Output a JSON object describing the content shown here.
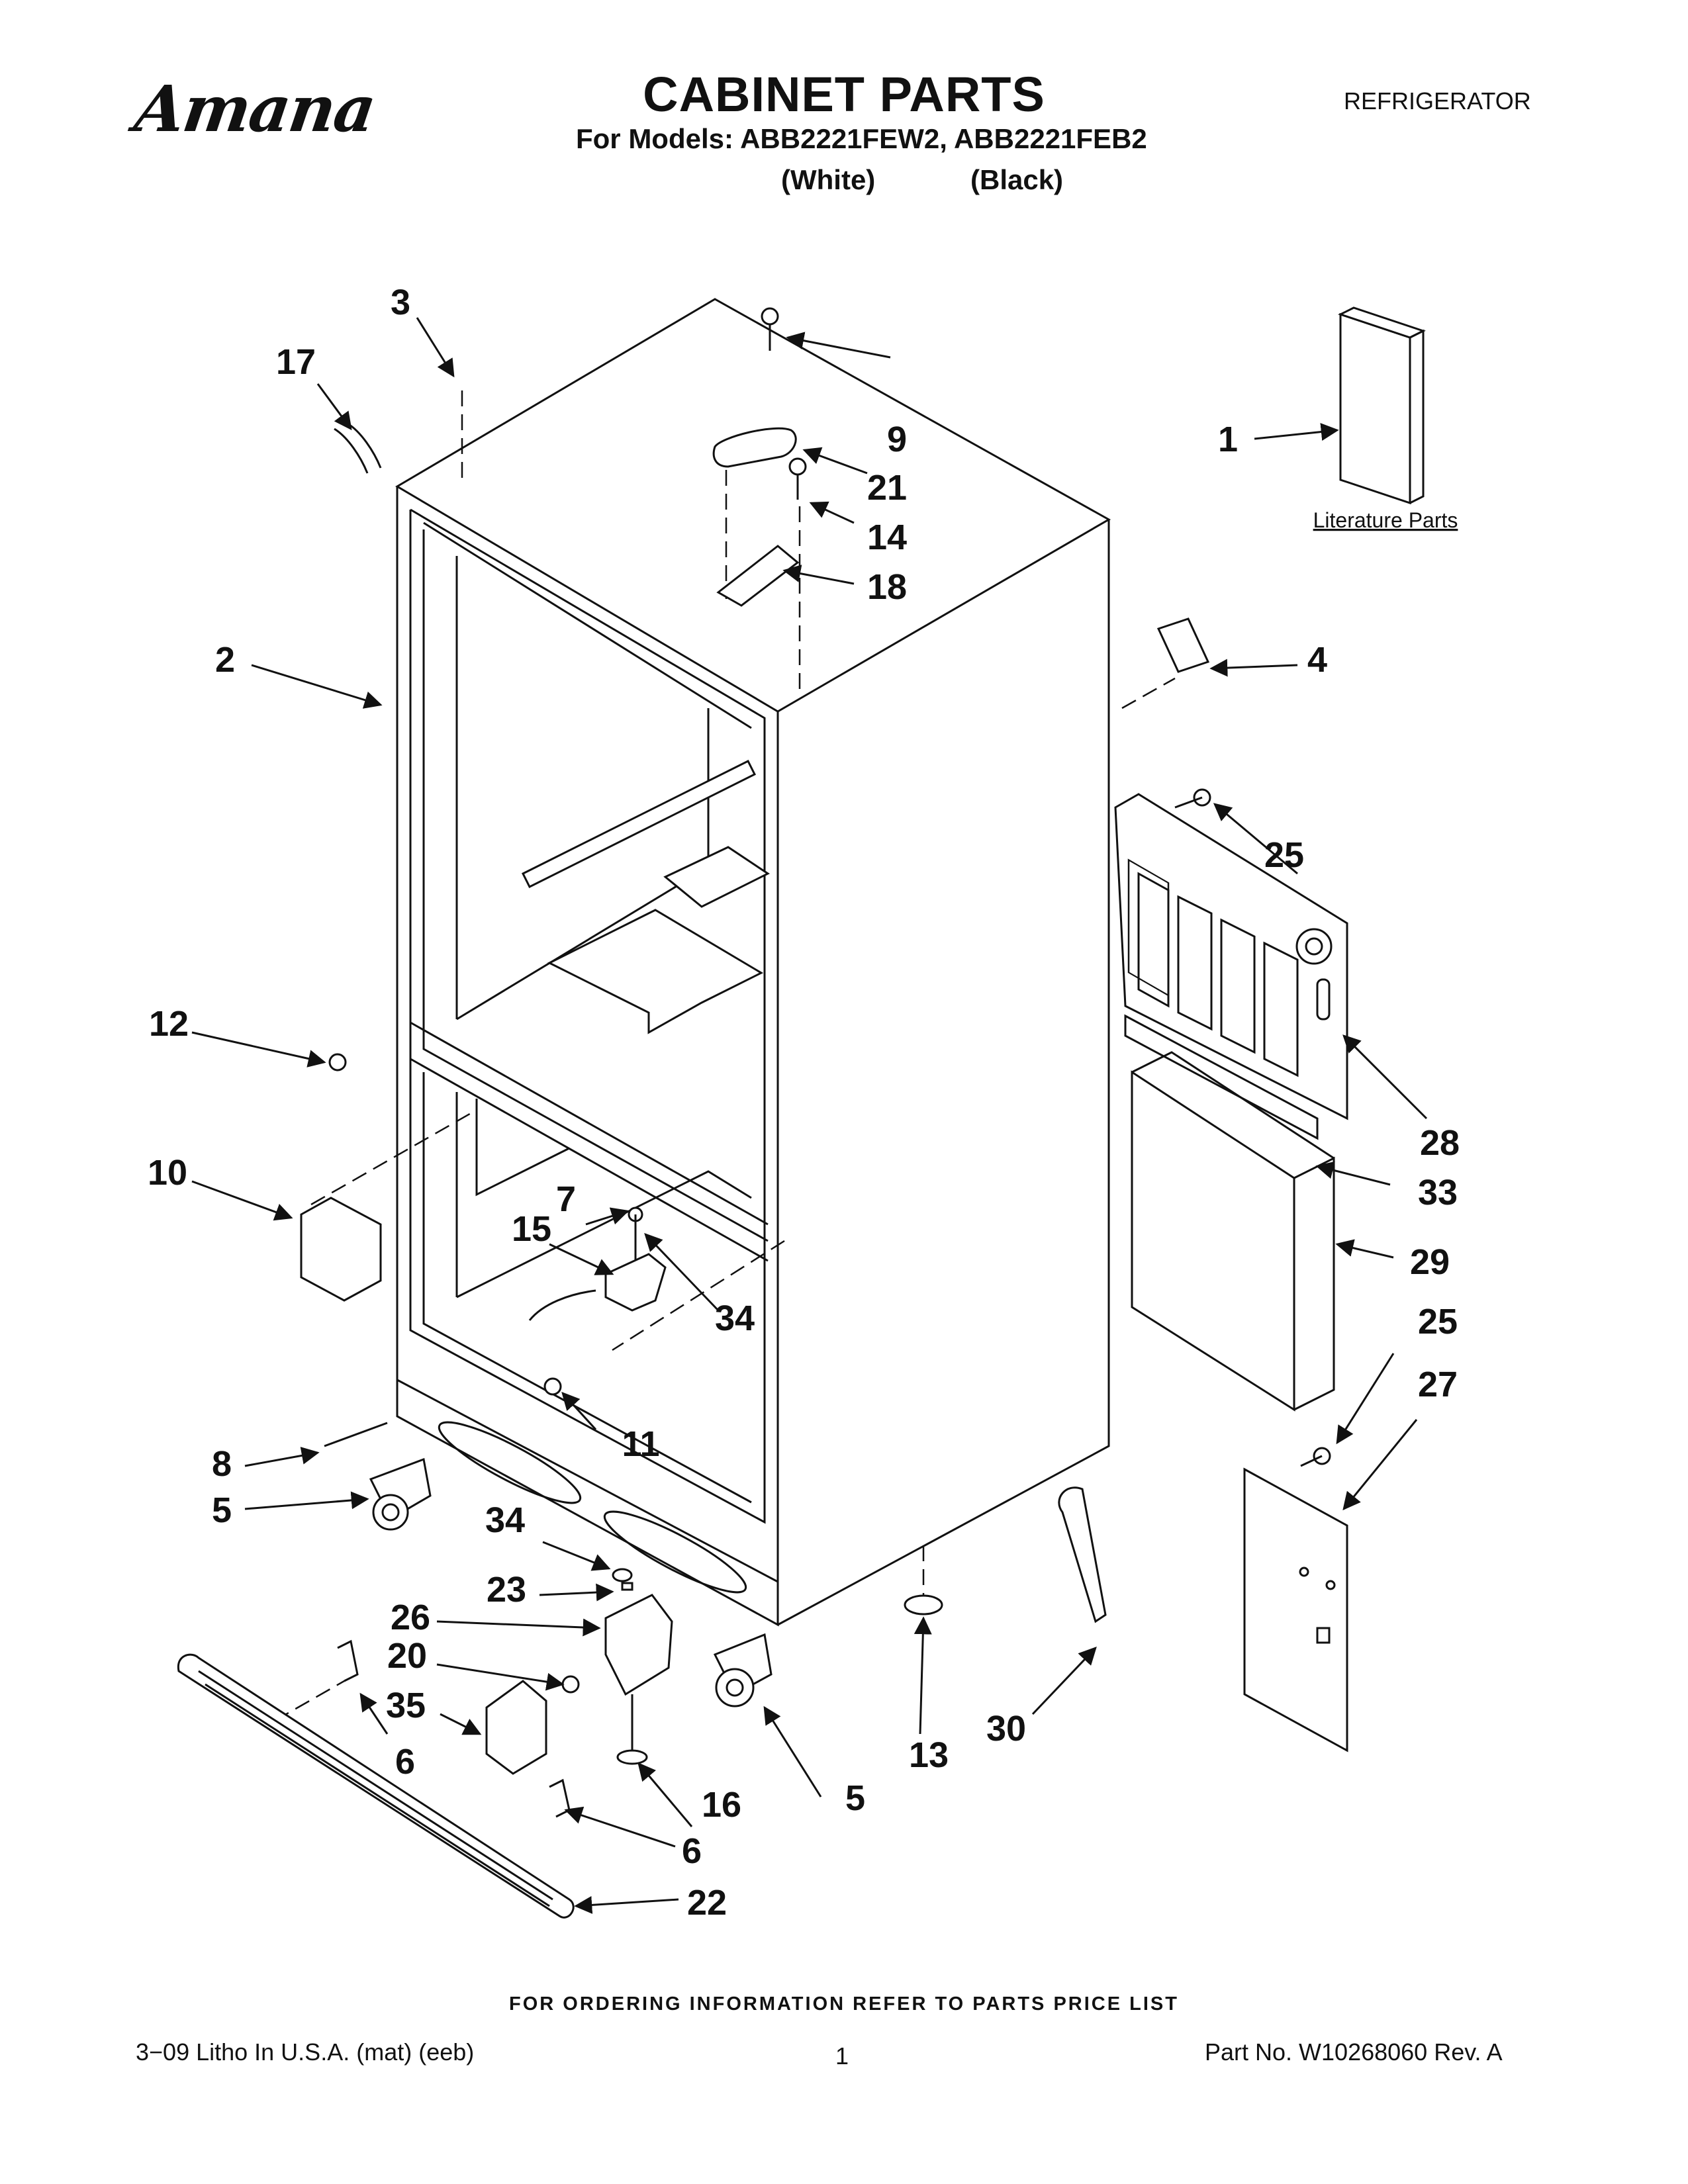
{
  "header": {
    "brand": "Amana",
    "title": "CABINET PARTS",
    "subtitle": "For Models: ABB2221FEW2, ABB2221FEB2",
    "variants": [
      "(White)",
      "(Black)"
    ],
    "category": "REFRIGERATOR"
  },
  "literature_label": "Literature Parts",
  "callouts": [
    "1",
    "2",
    "3",
    "4",
    "5",
    "5",
    "6",
    "6",
    "7",
    "8",
    "9",
    "10",
    "11",
    "12",
    "13",
    "14",
    "15",
    "16",
    "17",
    "18",
    "20",
    "21",
    "22",
    "23",
    "25",
    "25",
    "26",
    "27",
    "28",
    "29",
    "30",
    "33",
    "34",
    "34",
    "35"
  ],
  "footer": {
    "ordering_note": "FOR ORDERING INFORMATION REFER TO PARTS PRICE LIST",
    "litho": "3−09 Litho In U.S.A. (mat) (eeb)",
    "page": "1",
    "part_number": "Part No. W10268060 Rev. A"
  }
}
